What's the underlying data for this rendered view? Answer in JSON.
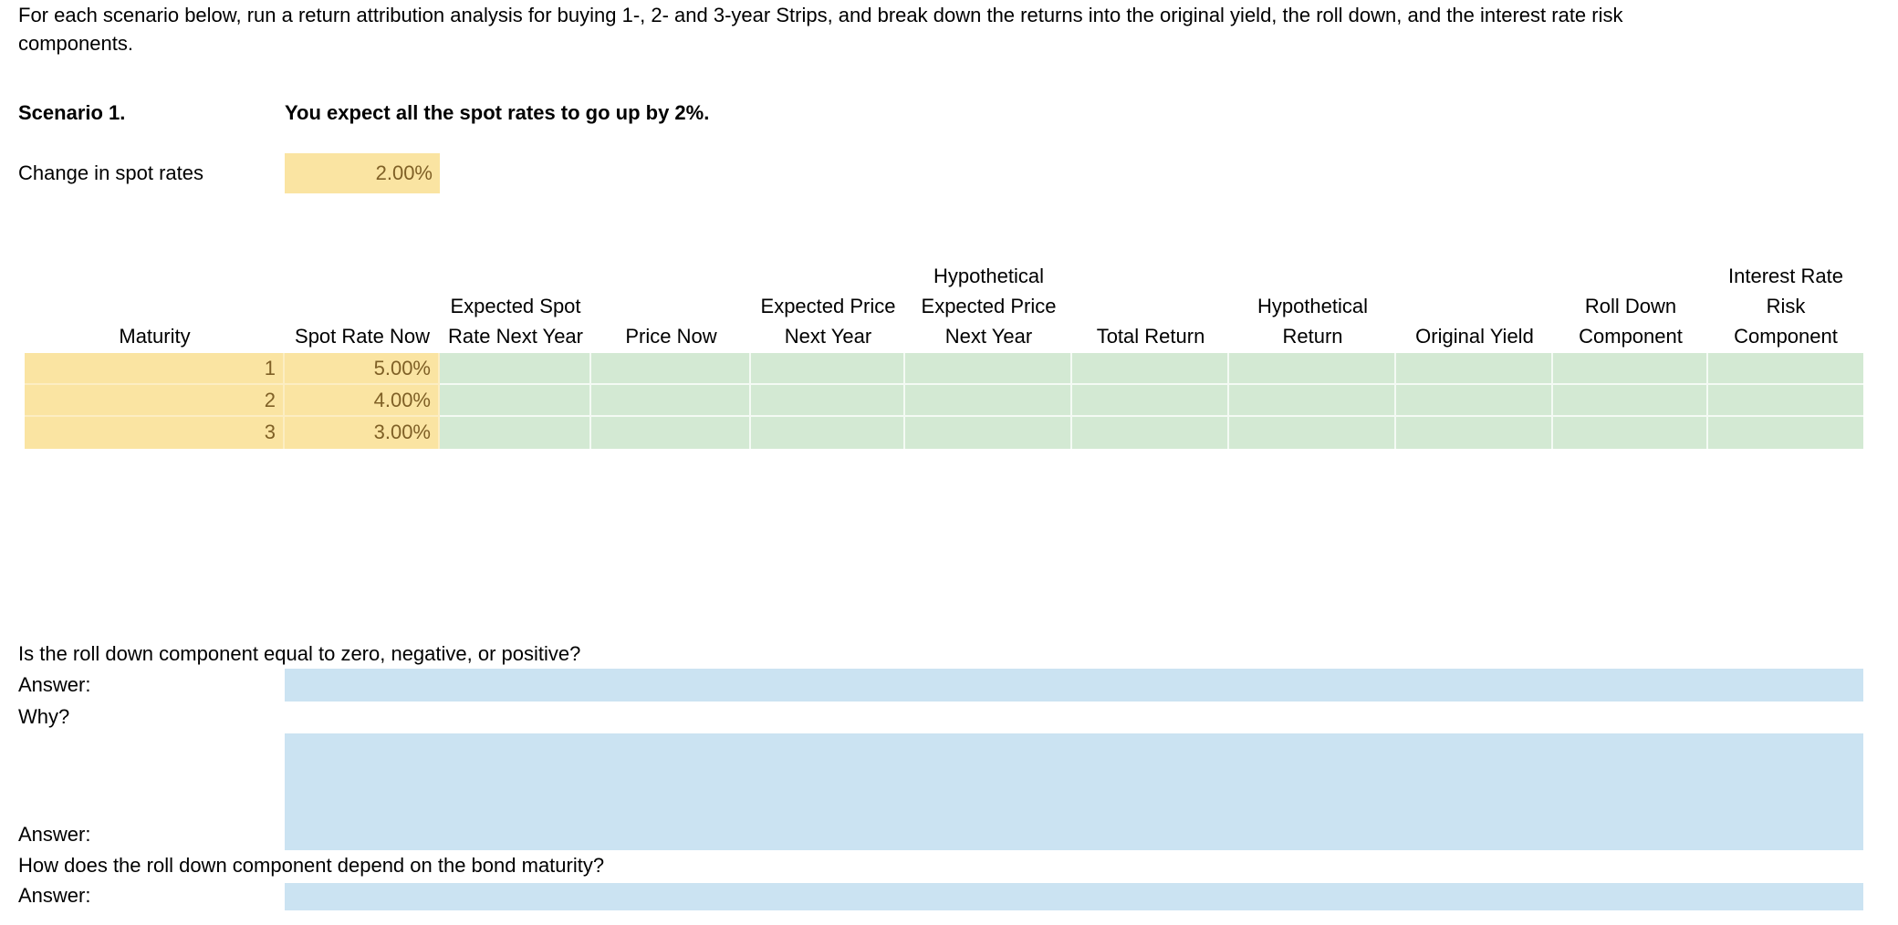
{
  "intro": {
    "line1": "For each scenario below, run a return attribution analysis for buying 1-, 2- and 3-year Strips, and break down the returns into the original yield, the roll down, and the interest rate risk",
    "line2": "components."
  },
  "scenario": {
    "label": "Scenario 1.",
    "description": "You expect all the spot rates to go up by 2%."
  },
  "change_in_spot_rates": {
    "label": "Change in spot rates",
    "value": "2.00%"
  },
  "table": {
    "columns": [
      {
        "id": "maturity",
        "lines": [
          "Maturity"
        ]
      },
      {
        "id": "spot_rate_now",
        "lines": [
          "Spot Rate Now"
        ]
      },
      {
        "id": "expected_spot_rate_next_year",
        "lines": [
          "Expected Spot",
          "Rate Next Year"
        ]
      },
      {
        "id": "price_now",
        "lines": [
          "Price Now"
        ]
      },
      {
        "id": "expected_price_next_year",
        "lines": [
          "Expected Price",
          "Next Year"
        ]
      },
      {
        "id": "hypothetical_expected_price_next_year",
        "lines": [
          "Hypothetical",
          "Expected Price",
          "Next Year"
        ]
      },
      {
        "id": "total_return",
        "lines": [
          "Total Return"
        ]
      },
      {
        "id": "hypothetical_return",
        "lines": [
          "Hypothetical",
          "Return"
        ]
      },
      {
        "id": "original_yield",
        "lines": [
          "Original Yield"
        ]
      },
      {
        "id": "roll_down_component",
        "lines": [
          "Roll Down",
          "Component"
        ]
      },
      {
        "id": "interest_rate_risk_component",
        "lines": [
          "Interest Rate",
          "Risk",
          "Component"
        ]
      }
    ],
    "rows": [
      {
        "maturity": "1",
        "spot_rate_now": "5.00%"
      },
      {
        "maturity": "2",
        "spot_rate_now": "4.00%"
      },
      {
        "maturity": "3",
        "spot_rate_now": "3.00%"
      }
    ]
  },
  "questions": {
    "q1": "Is the roll down component equal to zero, negative, or positive?",
    "q1_answer_label": "Answer:",
    "q1_answer_value": "",
    "why_label": "Why?",
    "why_answer_label": "Answer:",
    "why_answer_value": "",
    "q2": "How does the roll down component depend on the bond maturity?",
    "q2_answer_label": "Answer:",
    "q2_answer_value": ""
  },
  "colors": {
    "input_fill": "#FAE4A2",
    "input_text": "#7F6026",
    "output_fill": "#D3E9D3",
    "answer_fill": "#CBE3F2"
  }
}
